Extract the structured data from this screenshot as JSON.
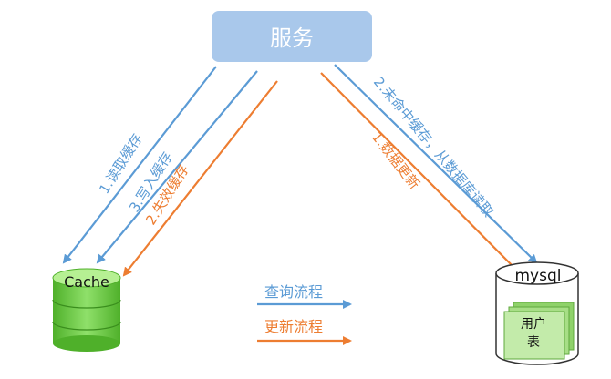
{
  "service": {
    "label": "服务"
  },
  "cache": {
    "label": "Cache"
  },
  "mysql": {
    "label": "mysql",
    "table_label_line1": "用户",
    "table_label_line2": "表"
  },
  "arrows": {
    "read_cache": "1.读取缓存",
    "write_cache": "3.写入缓存",
    "invalidate_cache": "2.失效缓存",
    "miss_read_db": "2.未命中缓存，从数据库读取",
    "update_data": "1.数据更新"
  },
  "legend": {
    "query": "查询流程",
    "update": "更新流程"
  },
  "colors": {
    "query": "#5b9bd5",
    "update": "#ed7d31",
    "service_box": "#a9c8eb",
    "cache": "#5cc634"
  }
}
